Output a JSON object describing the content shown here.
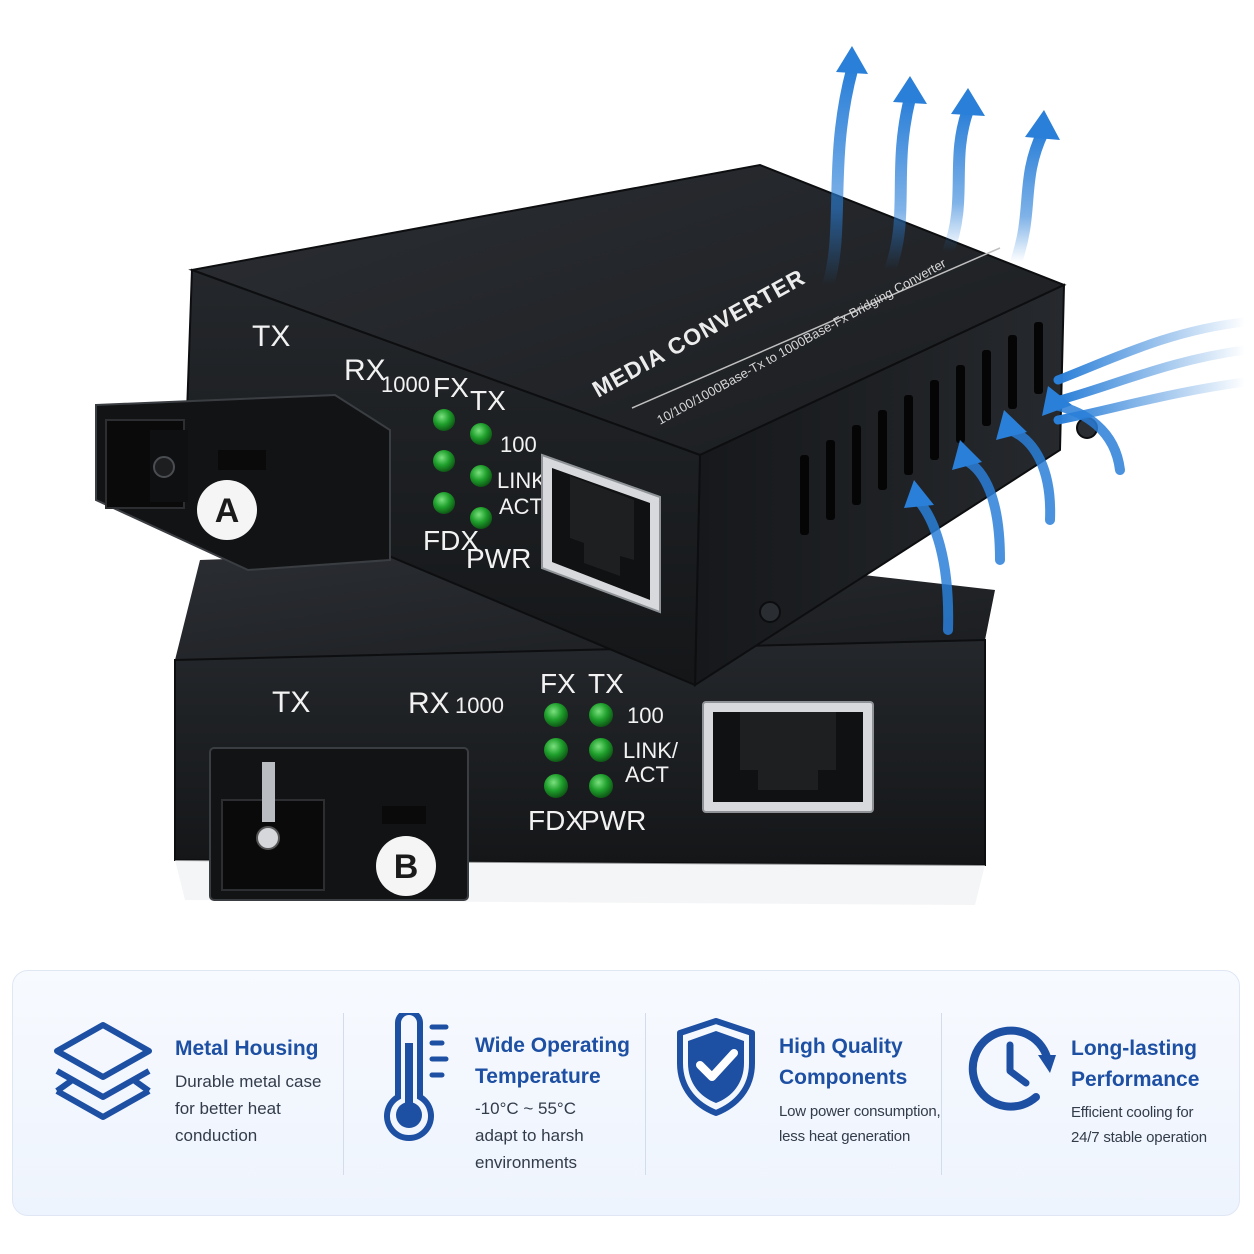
{
  "product": {
    "top_unit": {
      "title": "MEDIA CONVERTER",
      "subtitle": "10/100/1000Base-Tx to 1000Base-Fx Bridging Converter",
      "port_tx": "TX",
      "port_rx": "RX",
      "speed": "1000",
      "badge": "A",
      "led_fx": "FX",
      "led_tx": "TX",
      "led_100": "100",
      "led_link_1": "LINK/",
      "led_link_2": "ACT",
      "led_fdx": "FDX",
      "led_pwr": "PWR"
    },
    "bottom_unit": {
      "port_tx": "TX",
      "port_rx": "RX",
      "speed": "1000",
      "badge": "B",
      "led_fx": "FX",
      "led_tx": "TX",
      "led_100": "100",
      "led_link_1": "LINK/",
      "led_link_2": "ACT",
      "led_fdx": "FDX",
      "led_pwr": "PWR"
    },
    "colors": {
      "case": "#1c1f22",
      "led": "#1fa02c",
      "airflow": "#2a7fd8"
    }
  },
  "features": [
    {
      "icon": "layers-icon",
      "title": "Metal Housing",
      "desc": "Durable metal case\nfor better heat\nconduction"
    },
    {
      "icon": "thermometer-icon",
      "title": "Wide Operating\nTemperature",
      "desc": "-10°C ~ 55°C\nadapt to harsh\nenvironments"
    },
    {
      "icon": "shield-check-icon",
      "title": "High Quality\nComponents",
      "desc": "Low power consumption,\nless heat generation"
    },
    {
      "icon": "clock-refresh-icon",
      "title": "Long-lasting\nPerformance",
      "desc": "Efficient cooling for\n24/7 stable operation"
    }
  ],
  "accent_color": "#1d4fa3"
}
